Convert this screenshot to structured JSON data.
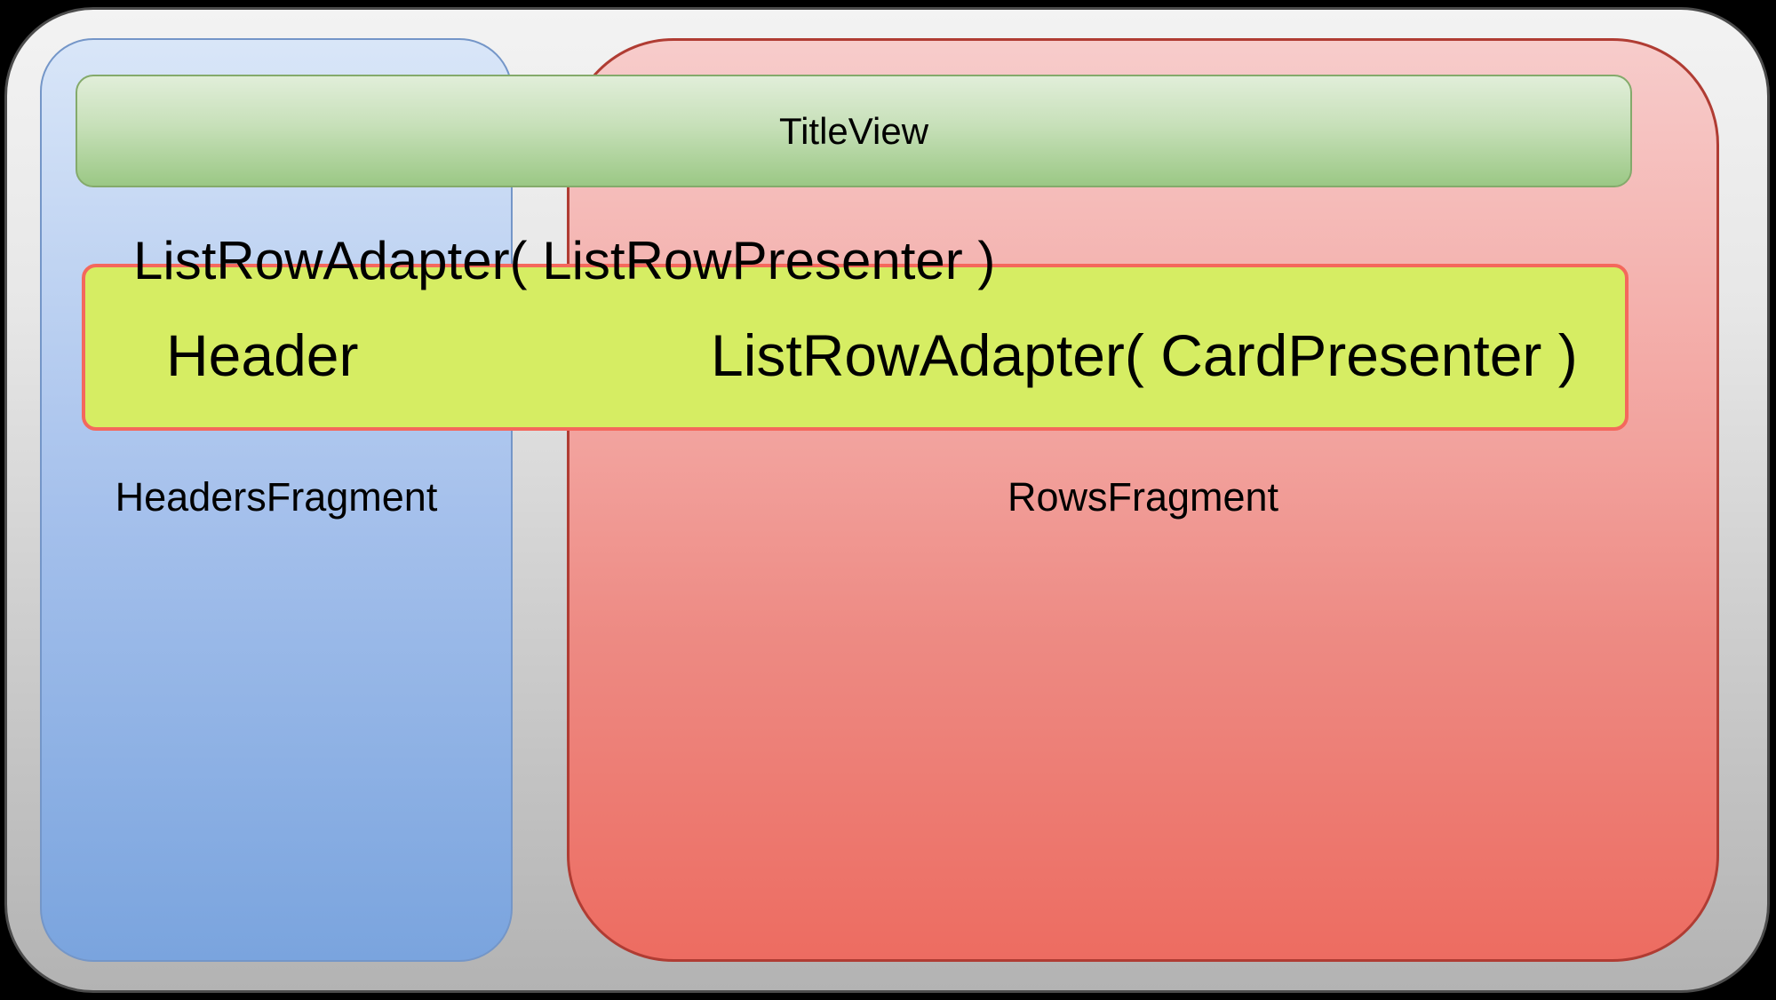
{
  "colors": {
    "canvas-bg": "#000000",
    "outer-top": "#f3f3f3",
    "outer-bottom": "#b3b3b3",
    "outer-border": "#4c4c4c",
    "blue-top": "#d9e6f8",
    "blue-mid": "#a6c1ec",
    "blue-bottom": "#7aa4de",
    "blue-border": "#7496c8",
    "red-top": "#f7cccb",
    "red-mid": "#f2a19c",
    "red-low": "#ed8a83",
    "red-bottom": "#ed6c61",
    "red-border": "#b03c33",
    "green-top": "#e1eed9",
    "green-bottom": "#9bc885",
    "green-border": "#84aa6b",
    "yellow-fill": "#d6ed63",
    "yellow-border": "#f4685c",
    "text": "#000000"
  },
  "diagram": {
    "title_view": {
      "label": "TitleView"
    },
    "headers_fragment": {
      "label": "HeadersFragment"
    },
    "rows_fragment": {
      "label": "RowsFragment"
    },
    "row_adapter": {
      "label": "ListRowAdapter( ListRowPresenter )"
    },
    "list_row": {
      "header_label": "Header",
      "card_adapter_label": "ListRowAdapter( CardPresenter )"
    }
  }
}
